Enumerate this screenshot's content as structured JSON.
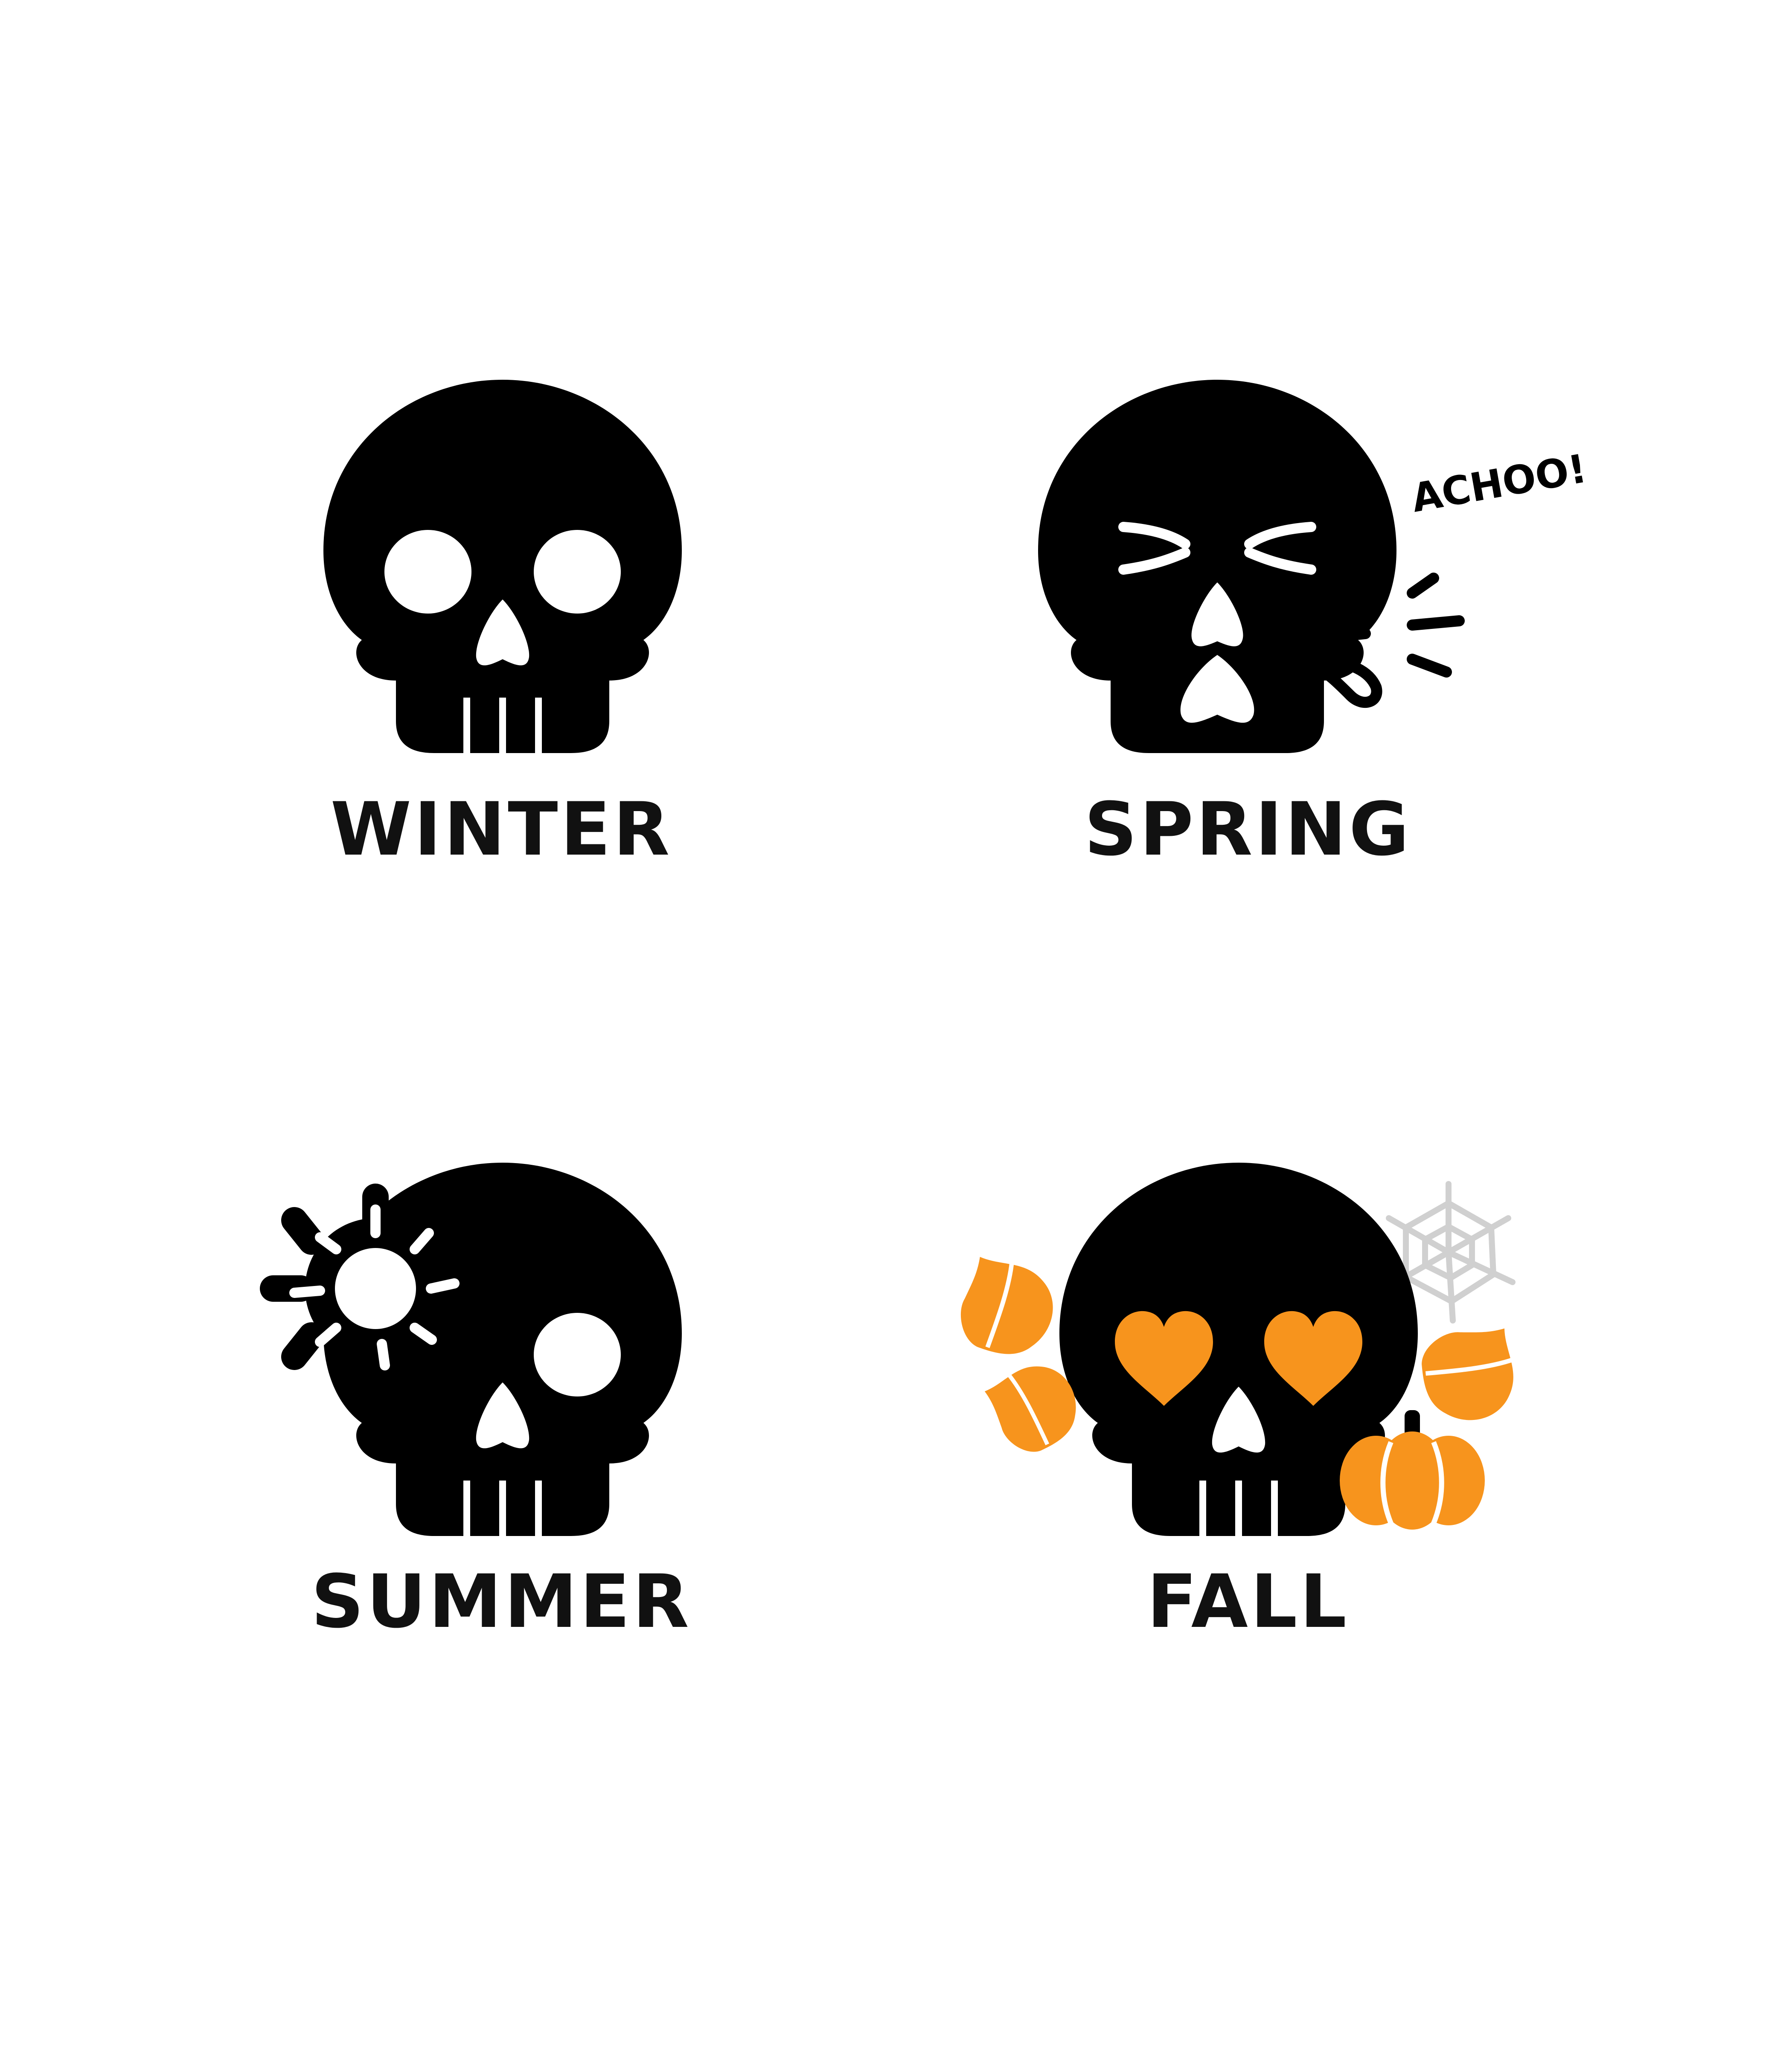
{
  "seasons": [
    {
      "id": "winter",
      "label": "WINTER",
      "expression": "plain-eyes"
    },
    {
      "id": "spring",
      "label": "SPRING",
      "expression": "sneezing",
      "exclamation": "ACHOO!"
    },
    {
      "id": "summer",
      "label": "SUMMER",
      "expression": "sun-eye"
    },
    {
      "id": "fall",
      "label": "FALL",
      "expression": "heart-eyes"
    }
  ],
  "colors": {
    "background": "#ffffff",
    "skull": "#000000",
    "text": "#111111",
    "accent_orange": "#f7941d",
    "cobweb": "#d0d0d0"
  },
  "icons": [
    "skull-icon",
    "sun-icon",
    "sneeze-icon",
    "cobweb-icon",
    "leaf-icon",
    "pumpkin-icon",
    "heart-icon"
  ]
}
